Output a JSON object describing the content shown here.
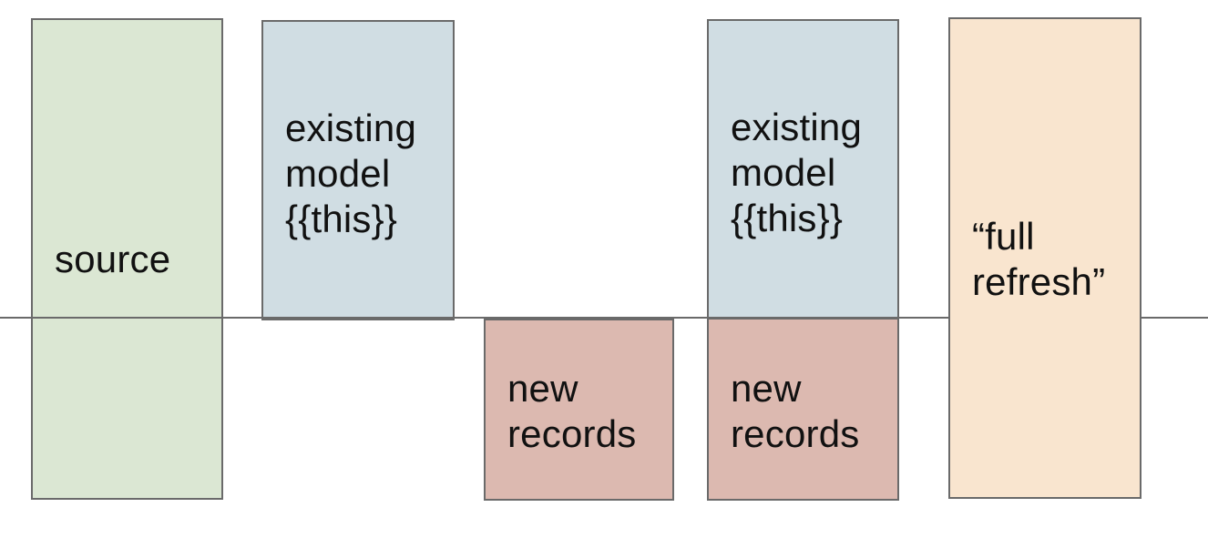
{
  "diagram": {
    "description": "incremental model materialization diagram",
    "boxes": [
      {
        "id": "source",
        "label": "source",
        "fill": "#dbe7d3"
      },
      {
        "id": "existing-model-1",
        "label": "existing\nmodel\n{{this}}",
        "fill": "#d0dde3"
      },
      {
        "id": "new-records-1",
        "label": "new\nrecords",
        "fill": "#dcb9b0"
      },
      {
        "id": "existing-model-2",
        "label": "existing\nmodel\n{{this}}",
        "fill": "#d0dde3"
      },
      {
        "id": "new-records-2",
        "label": "new\nrecords",
        "fill": "#dcb9b0"
      },
      {
        "id": "full-refresh",
        "label": "“full\nrefresh”",
        "fill": "#f9e5cf"
      }
    ],
    "colors": {
      "border": "#6a6a6a",
      "timeline_line": "#6a6a6a",
      "text": "#111111",
      "background": "#ffffff"
    }
  }
}
